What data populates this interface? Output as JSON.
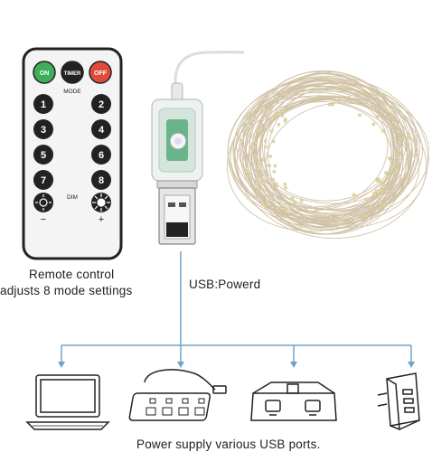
{
  "remote": {
    "buttons_top": [
      {
        "label": "ON",
        "color": "#3fae5b"
      },
      {
        "label": "TIMER",
        "color": "#222222"
      },
      {
        "label": "OFF",
        "color": "#e04b3c"
      }
    ],
    "mode_label": "MODE",
    "dim_label": "DIM",
    "mode_buttons": [
      "1",
      "2",
      "3",
      "4",
      "5",
      "6",
      "7",
      "8"
    ],
    "dim_minus": "−",
    "dim_plus": "+"
  },
  "captions": {
    "remote_line1": "Remote control",
    "remote_line2": "adjusts 8 mode settings",
    "usb": "USB:Powerd",
    "bottom": "Power supply various USB ports."
  },
  "colors": {
    "connector_line": "#6fa4c7",
    "remote_body": "#f4f4f4",
    "remote_border": "#222222",
    "wire": "#c9b99a"
  },
  "devices": [
    {
      "icon": "laptop-icon"
    },
    {
      "icon": "usb-hub-icon"
    },
    {
      "icon": "power-socket-icon"
    },
    {
      "icon": "usb-wall-charger-icon"
    }
  ]
}
